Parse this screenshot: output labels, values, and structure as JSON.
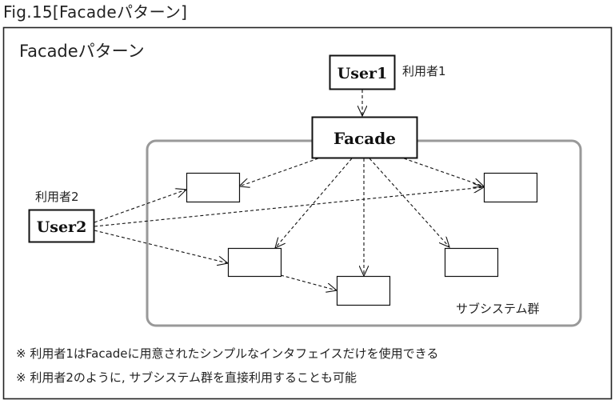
{
  "figure_caption": "Fig.15[Facadeパターン]",
  "diagram_title": "Facadeパターン",
  "nodes": {
    "user1": "User1",
    "user2": "User2",
    "facade": "Facade"
  },
  "labels": {
    "user1_role": "利用者1",
    "user2_role": "利用者2",
    "subsystem_group": "サブシステム群"
  },
  "notes": [
    "※ 利用者1はFacadeに用意されたシンプルなインタフェイスだけを使用できる",
    "※ 利用者2のように, サブシステム群を直接利用することも可能"
  ],
  "colors": {
    "frame": "#222222",
    "subsystem_border": "#999999",
    "line": "#111111",
    "text": "#222222"
  }
}
